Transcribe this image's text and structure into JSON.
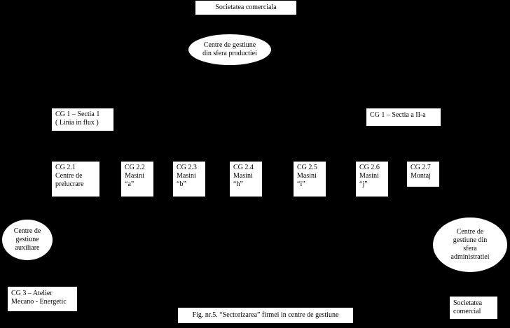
{
  "nodes": {
    "top_company": "Societatea comerciala",
    "production_center": "Centre de gestiune\ndin sfera productiei",
    "cg1_sectia1": "CG 1 – Sectia 1\n( Linia in flux )",
    "cg1_sectia2": "CG 1 – Sectia a II-a",
    "cg21": "CG 2.1\nCentre de\nprelucrare",
    "cg22": "CG 2.2\nMasini\n“a”",
    "cg23": "CG 2.3\nMasini\n“b”",
    "cg24": "CG 2.4\nMasini\n“h”",
    "cg25": "CG 2.5\nMasini\n“i”",
    "cg26": "CG 2.6\nMasini\n“j”",
    "cg27": "CG 2.7\nMontaj",
    "auxiliary_center": "Centre de\ngestiune\nauxiliare",
    "admin_center": "Centre de\ngestiune din\nsfera\nadministratiei",
    "cg3": "CG 3 – Atelier\nMecano - Energetic",
    "bottom_company": "Societatea\ncomercial"
  },
  "caption": "Fig. nr.5. “Sectorizarea” firmei in centre de gestiune"
}
